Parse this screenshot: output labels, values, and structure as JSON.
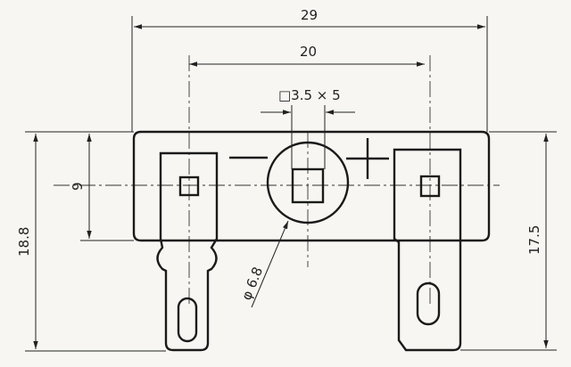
{
  "dimensions": {
    "overall_width": "29",
    "terminal_spacing": "20",
    "hole_size": "□3.5 × 5",
    "body_height": "9",
    "total_height": "18.8",
    "right_height": "17.5",
    "diameter": "φ 6.8"
  },
  "polarity": {
    "negative": "−",
    "positive": "+"
  }
}
